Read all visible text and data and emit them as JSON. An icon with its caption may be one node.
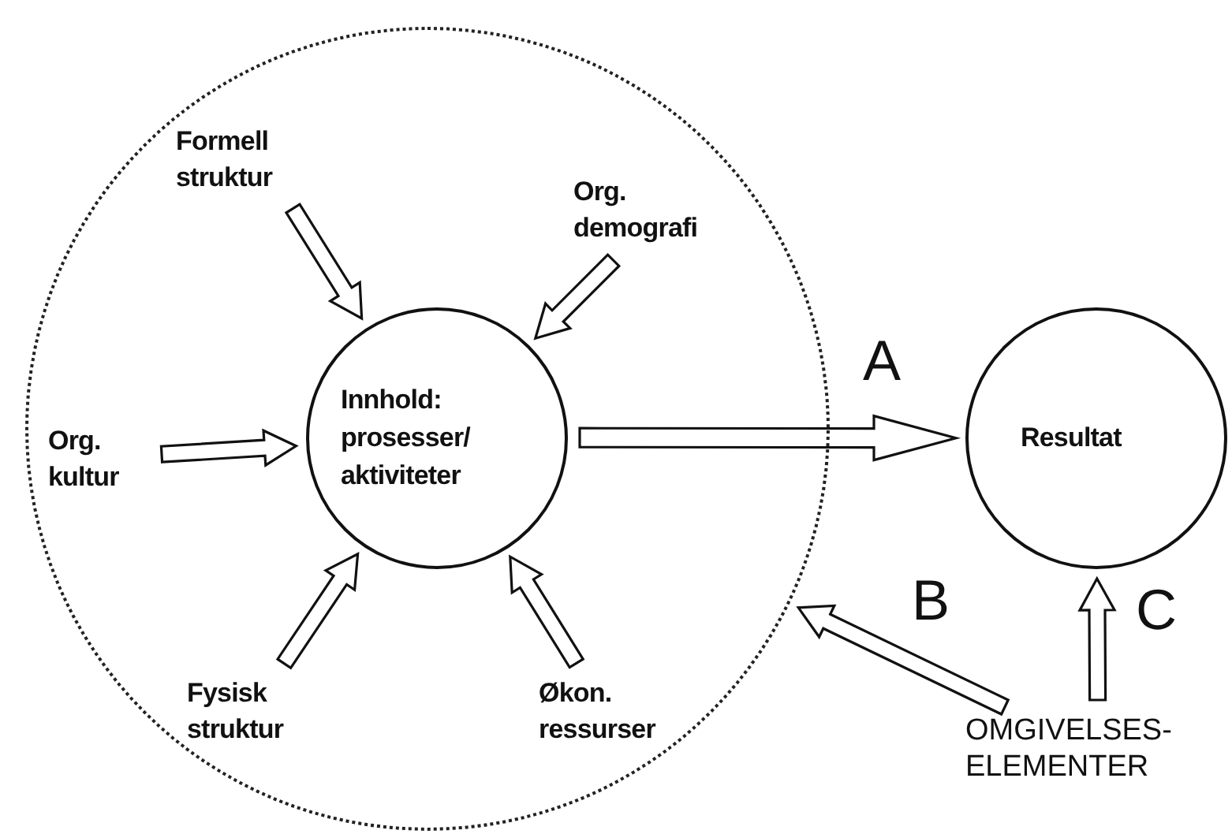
{
  "diagram": {
    "nodes": [
      {
        "text": [],
        "shape": "circle"
      },
      {
        "text": [
          "Innhold: prosesser/ aktiviteter"
        ],
        "in": 0
      },
      {
        "text": [
          "Resultat"
        ]
      },
      {
        "text": [
          "Formell struktur"
        ],
        "in": 0
      },
      {
        "text": [
          "Org. demografi"
        ],
        "in": 0
      },
      {
        "text": [
          "Org. kultur"
        ],
        "in": 0
      },
      {
        "text": [
          "Fysisk struktur"
        ],
        "in": 0
      },
      {
        "text": [
          "Økon. ressurser"
        ],
        "in": 0
      },
      {
        "text": [
          "OMGIVELSES-ELEMENTER"
        ]
      }
    ],
    "edges": [
      {
        "from": 3,
        "to": 1,
        "arrow": "to"
      },
      {
        "from": 4,
        "to": 1,
        "arrow": "to"
      },
      {
        "from": 5,
        "to": 1,
        "arrow": "to"
      },
      {
        "from": 6,
        "to": 1,
        "arrow": "to"
      },
      {
        "from": 7,
        "to": 1,
        "arrow": "to"
      },
      {
        "from": 1,
        "to": 2,
        "arrow": "to",
        "label": "A"
      },
      {
        "from": 8,
        "to": 0,
        "arrow": "to",
        "label": "B"
      },
      {
        "from": 8,
        "to": 2,
        "arrow": "to",
        "label": "C"
      }
    ]
  }
}
